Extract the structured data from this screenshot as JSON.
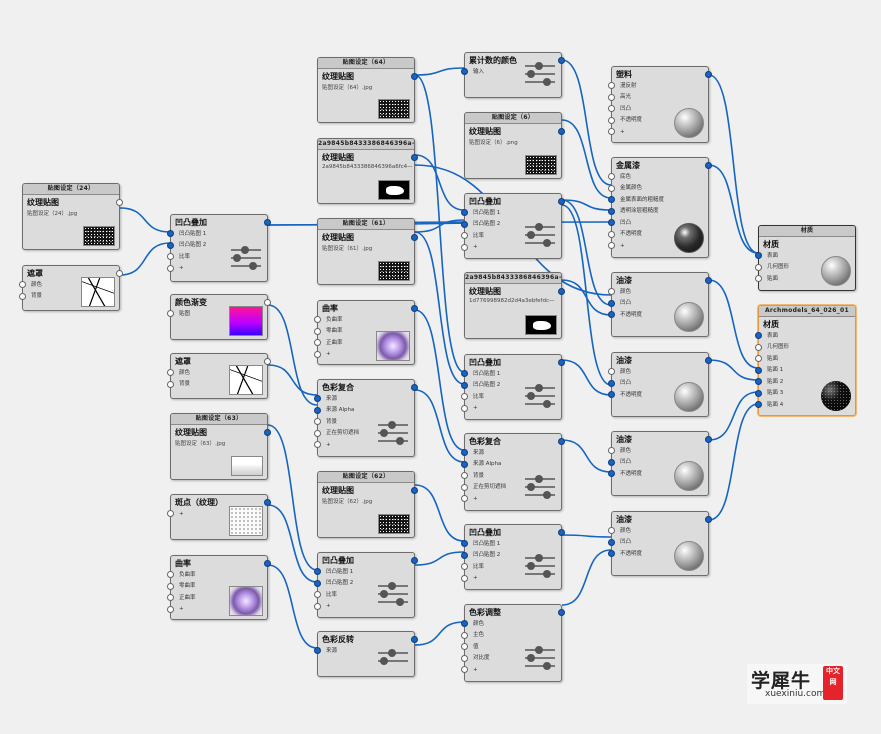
{
  "colors": {
    "wire": "#1565c0",
    "port_on": "#1a63c0",
    "node_bg": "#dcdcdc",
    "selected_border": "#e8963a"
  },
  "watermark": {
    "main": "学犀牛",
    "sub": "xuexiniu.com",
    "badge": "中文网"
  },
  "nodes": [
    {
      "id": "n_texL",
      "header": "贴图设定（24）",
      "title": "纹理贴图",
      "subtitle": "贴图设定（24）.jpg",
      "thumb": "noise",
      "ins": [],
      "outs": [
        [
          0
        ]
      ]
    },
    {
      "id": "n_mask1",
      "header": "",
      "title": "遮罩",
      "ins": [
        [
          "颜色",
          0
        ],
        [
          "背景",
          0
        ]
      ],
      "outs": [
        [
          0
        ]
      ],
      "thumb": "cracks"
    },
    {
      "id": "n_bump1",
      "header": "",
      "title": "凹凸叠加",
      "ins": [
        [
          "凹凸贴图 1",
          1
        ],
        [
          "凹凸贴图 2",
          1
        ],
        [
          "比率",
          0
        ],
        [
          "+",
          0
        ]
      ],
      "outs": [
        [
          1
        ]
      ],
      "sliders": 3
    },
    {
      "id": "n_grad",
      "header": "",
      "title": "颜色渐变",
      "ins": [
        [
          "贴图",
          0
        ]
      ],
      "outs": [
        [
          0
        ]
      ],
      "thumb": "grad"
    },
    {
      "id": "n_mask2",
      "header": "",
      "title": "遮罩",
      "ins": [
        [
          "颜色",
          0
        ],
        [
          "背景",
          0
        ]
      ],
      "outs": [
        [
          0
        ]
      ],
      "thumb": "cracks"
    },
    {
      "id": "n_tex63",
      "header": "贴图设定（63）",
      "title": "纹理贴图",
      "subtitle": "贴图设定（63）.jpg",
      "thumb": "white",
      "ins": [],
      "outs": [
        [
          1
        ]
      ]
    },
    {
      "id": "n_spot",
      "header": "",
      "title": "斑点（纹理）",
      "ins": [
        [
          "+",
          0
        ]
      ],
      "outs": [
        [
          1
        ]
      ],
      "thumb": "speckle"
    },
    {
      "id": "n_curv1",
      "header": "",
      "title": "曲率",
      "ins": [
        [
          "负曲率",
          0
        ],
        [
          "零曲率",
          0
        ],
        [
          "正曲率",
          0
        ],
        [
          "+",
          0
        ]
      ],
      "outs": [
        [
          1
        ]
      ],
      "thumb": "flower"
    },
    {
      "id": "n_tex64",
      "header": "贴图设定（64）",
      "title": "纹理贴图",
      "subtitle": "贴图设定（64）.jpg",
      "thumb": "noise",
      "ins": [],
      "outs": [
        [
          1
        ]
      ]
    },
    {
      "id": "n_texHash1",
      "header": "2a9845b8433386846396a—",
      "title": "纹理贴图",
      "subtitle": "2a9845b8433386846396a6fc4—",
      "thumb": "blob",
      "ins": [],
      "outs": [
        [
          1
        ]
      ]
    },
    {
      "id": "n_tex61",
      "header": "贴图设定（61）",
      "title": "纹理贴图",
      "subtitle": "贴图设定（61）.jpg",
      "thumb": "noise",
      "ins": [],
      "outs": [
        [
          1
        ]
      ]
    },
    {
      "id": "n_curv2",
      "header": "",
      "title": "曲率",
      "ins": [
        [
          "负曲率",
          0
        ],
        [
          "零曲率",
          0
        ],
        [
          "正曲率",
          0
        ],
        [
          "+",
          0
        ]
      ],
      "outs": [
        [
          1
        ]
      ],
      "thumb": "flower"
    },
    {
      "id": "n_blend1",
      "header": "",
      "title": "色彩复合",
      "ins": [
        [
          "来源",
          1
        ],
        [
          "来源 Alpha",
          1
        ],
        [
          "背景",
          0
        ],
        [
          "正在剪切遮挡",
          0
        ],
        [
          "+",
          0
        ]
      ],
      "outs": [
        [
          1
        ]
      ],
      "sliders": 3
    },
    {
      "id": "n_tex62",
      "header": "贴图设定（62）",
      "title": "纹理贴图",
      "subtitle": "贴图设定（62）.jpg",
      "thumb": "noise",
      "ins": [],
      "outs": [
        [
          1
        ]
      ]
    },
    {
      "id": "n_bump5",
      "header": "",
      "title": "凹凸叠加",
      "ins": [
        [
          "凹凸贴图 1",
          1
        ],
        [
          "凹凸贴图 2",
          1
        ],
        [
          "比率",
          0
        ],
        [
          "+",
          0
        ]
      ],
      "outs": [
        [
          1
        ]
      ],
      "sliders": 3
    },
    {
      "id": "n_invert",
      "header": "",
      "title": "色彩反转",
      "ins": [
        [
          "来源",
          1
        ]
      ],
      "outs": [
        [
          1
        ]
      ],
      "sliders": 2
    },
    {
      "id": "n_sumcol",
      "header": "",
      "title": "累计数的颜色",
      "ins": [
        [
          "输入",
          1
        ]
      ],
      "outs": [
        [
          1
        ]
      ],
      "sliders": 3
    },
    {
      "id": "n_tex6",
      "header": "贴图设定（6）",
      "title": "纹理贴图",
      "subtitle": "贴图设定（6）.png",
      "thumb": "speckle_dark",
      "ins": [],
      "outs": [
        [
          1
        ]
      ]
    },
    {
      "id": "n_bump2",
      "header": "",
      "title": "凹凸叠加",
      "ins": [
        [
          "凹凸贴图 1",
          1
        ],
        [
          "凹凸贴图 2",
          1
        ],
        [
          "比率",
          0
        ],
        [
          "+",
          0
        ]
      ],
      "outs": [
        [
          1
        ]
      ],
      "sliders": 3
    },
    {
      "id": "n_texHash2",
      "header": "2a9845b8433386846396a—",
      "title": "纹理贴图",
      "subtitle": "1d776998982d2d4a3ebfefdc—",
      "thumb": "blob",
      "ins": [],
      "outs": [
        [
          1
        ]
      ]
    },
    {
      "id": "n_bump3",
      "header": "",
      "title": "凹凸叠加",
      "ins": [
        [
          "凹凸贴图 1",
          1
        ],
        [
          "凹凸贴图 2",
          1
        ],
        [
          "比率",
          0
        ],
        [
          "+",
          0
        ]
      ],
      "outs": [
        [
          1
        ]
      ],
      "sliders": 3
    },
    {
      "id": "n_blend2",
      "header": "",
      "title": "色彩复合",
      "ins": [
        [
          "来源",
          1
        ],
        [
          "来源 Alpha",
          1
        ],
        [
          "背景",
          0
        ],
        [
          "正在剪切遮挡",
          0
        ],
        [
          "+",
          0
        ]
      ],
      "outs": [
        [
          1
        ]
      ],
      "sliders": 3
    },
    {
      "id": "n_bump4",
      "header": "",
      "title": "凹凸叠加",
      "ins": [
        [
          "凹凸贴图 1",
          1
        ],
        [
          "凹凸贴图 2",
          1
        ],
        [
          "比率",
          0
        ],
        [
          "+",
          0
        ]
      ],
      "outs": [
        [
          1
        ]
      ],
      "sliders": 3
    },
    {
      "id": "n_colorad",
      "header": "",
      "title": "色彩调整",
      "ins": [
        [
          "颜色",
          1
        ],
        [
          "主色",
          0
        ],
        [
          "值",
          0
        ],
        [
          "对比度",
          0
        ],
        [
          "+",
          0
        ]
      ],
      "outs": [
        [
          1
        ]
      ],
      "sliders": 3
    },
    {
      "id": "n_plastic",
      "header": "",
      "title": "塑料",
      "ins": [
        [
          "漫反射",
          0
        ],
        [
          "高光",
          0
        ],
        [
          "凹凸",
          0
        ],
        [
          "不透明度",
          0
        ],
        [
          "+",
          0
        ]
      ],
      "outs": [
        [
          1
        ]
      ],
      "thumb": "sphere"
    },
    {
      "id": "n_metal",
      "header": "",
      "title": "金属漆",
      "ins": [
        [
          "底色",
          0
        ],
        [
          "金属颜色",
          0
        ],
        [
          "金属表面的粗糙度",
          1
        ],
        [
          "透明涂层粗糙度",
          1
        ],
        [
          "凹凸",
          1
        ],
        [
          "不透明度",
          0
        ],
        [
          "+",
          0
        ]
      ],
      "outs": [
        [
          1
        ]
      ],
      "thumb": "sphere_dark"
    },
    {
      "id": "n_paint1",
      "header": "",
      "title": "油漆",
      "ins": [
        [
          "颜色",
          0
        ],
        [
          "凹凸",
          1
        ],
        [
          "不透明度",
          1
        ]
      ],
      "outs": [
        [
          1
        ]
      ],
      "thumb": "sphere"
    },
    {
      "id": "n_paint2",
      "header": "",
      "title": "油漆",
      "ins": [
        [
          "颜色",
          0
        ],
        [
          "凹凸",
          1
        ],
        [
          "不透明度",
          1
        ]
      ],
      "outs": [
        [
          1
        ]
      ],
      "thumb": "sphere"
    },
    {
      "id": "n_paint3",
      "header": "",
      "title": "油漆",
      "ins": [
        [
          "颜色",
          0
        ],
        [
          "凹凸",
          1
        ],
        [
          "不透明度",
          1
        ]
      ],
      "outs": [
        [
          1
        ]
      ],
      "thumb": "sphere"
    },
    {
      "id": "n_paint4",
      "header": "",
      "title": "油漆",
      "ins": [
        [
          "颜色",
          0
        ],
        [
          "凹凸",
          1
        ],
        [
          "不透明度",
          1
        ]
      ],
      "outs": [
        [
          1
        ]
      ],
      "thumb": "sphere"
    },
    {
      "id": "n_mat",
      "header": "材质",
      "title": "材质",
      "ins": [
        [
          "表面",
          1
        ],
        [
          "几何图形",
          0
        ],
        [
          "贴面",
          0
        ]
      ],
      "outs": [],
      "thumb": "sphere"
    },
    {
      "id": "n_arch",
      "header": "Archmodels_64_026_01",
      "title": "材质",
      "ins": [
        [
          "表面",
          1
        ],
        [
          "几何图形",
          0
        ],
        [
          "贴面",
          0
        ],
        [
          "贴面 1",
          1
        ],
        [
          "贴面 2",
          1
        ],
        [
          "贴面 3",
          1
        ],
        [
          "贴面 4",
          1
        ]
      ],
      "outs": [],
      "thumb": "sphere_black"
    }
  ]
}
